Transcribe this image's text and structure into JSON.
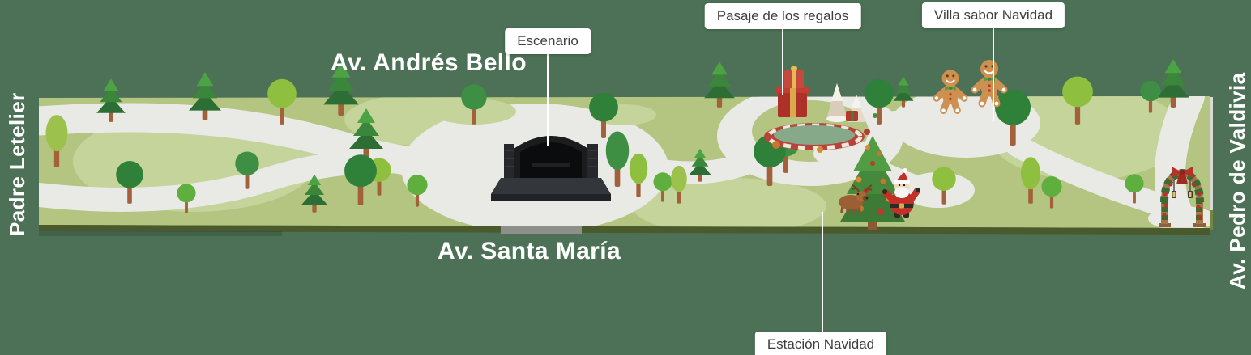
{
  "streets": {
    "left": "Padre Letelier",
    "top": "Av. Andrés Bello",
    "bottom": "Av. Santa María",
    "right": "Av. Pedro de Valdivia"
  },
  "callouts": [
    {
      "id": "escenario",
      "label": "Escenario"
    },
    {
      "id": "pasaje-regalos",
      "label": "Pasaje de los regalos"
    },
    {
      "id": "villa-sabor-navidad",
      "label": "Villa sabor Navidad"
    },
    {
      "id": "estacion-navidad",
      "label": "Estación Navidad"
    }
  ],
  "colors": {
    "background": "#4C7156",
    "grass": "#B3C581",
    "grass_light": "#C4D49A",
    "path": "#E9EAE6",
    "slab_side": "#4A5A2C",
    "label_bg": "#FFFFFF",
    "label_text": "#3F3F3F",
    "street_text": "#FFFFFF"
  }
}
